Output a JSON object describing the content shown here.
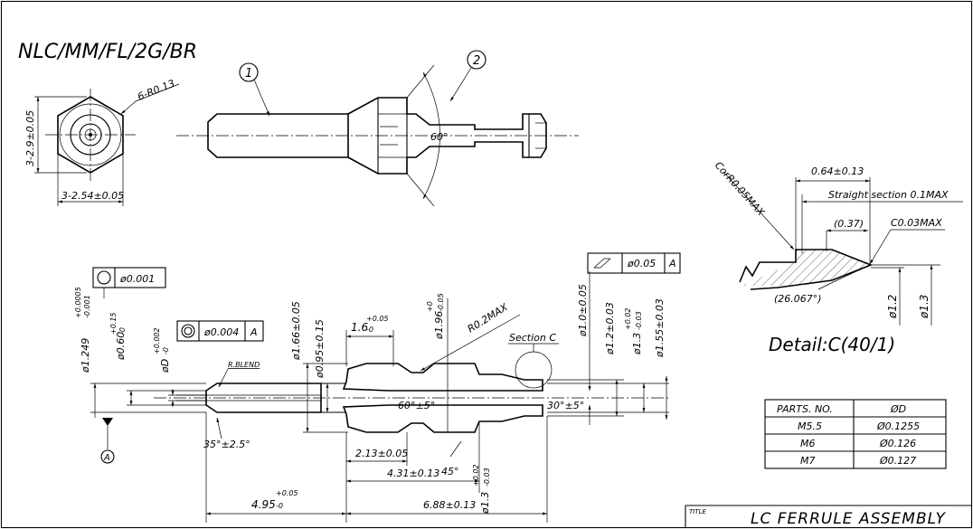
{
  "title": "NLC/MM/FL/2G/BR",
  "balloons": [
    "1",
    "2"
  ],
  "end_view": {
    "width_across_corners": "3-2.9±0.05",
    "width_across_flats": "3-2.54±0.05",
    "corner_radius": "6-R0.13"
  },
  "assembly_view": {
    "angle": "60°"
  },
  "detail": {
    "corner": "CorR0.05MAX",
    "length": "0.64±0.13",
    "straight_section": "Straight section 0.1MAX",
    "ref_length": "(0.37)",
    "chamfer": "C0.03MAX",
    "angle": "(26.067°)",
    "dia_small": "ø1.2",
    "dia_large": "ø1.3",
    "caption": "Detail:C(40/1)"
  },
  "section": {
    "fcf_left": "ø0.001",
    "fcf_mid": "ø0.004",
    "fcf_mid_datum": "A",
    "fcf_right": "ø0.05",
    "fcf_right_datum": "A",
    "datum": "A",
    "blend": "R.BLEND",
    "section_label": "Section C",
    "radius": "R0.2MAX",
    "angle_inner": "60°±5°",
    "angle_tip": "30°±5°",
    "angle_chamfer": "35°±2.5°",
    "angle_45": "45°",
    "dims": {
      "d1249": "ø1.249",
      "d1249_tol_upper": "+0.0005",
      "d1249_tol_lower": "-0.001",
      "d060": "ø0.60",
      "d060_tol_upper": "+0.15",
      "d060_tol_lower": "-0",
      "dD": "øD",
      "dD_tol_upper": "+0.002",
      "dD_tol_lower": "-0",
      "d166": "ø1.66±0.05",
      "d095": "ø0.95±0.15",
      "l16": "1.6",
      "l16_tol_upper": "+0.05",
      "l16_tol_lower": "-0",
      "d196": "ø1.96",
      "d196_tol_upper": "+0",
      "d196_tol_lower": "-0.05",
      "d10": "ø1.0±0.05",
      "d12": "ø1.2±0.03",
      "d13": "ø1.3",
      "d13_tol_upper": "+0.02",
      "d13_tol_lower": "-0.03",
      "d155": "ø1.55±0.03",
      "l213": "2.13±0.05",
      "l431": "4.31±0.13",
      "l495": "4.95",
      "l495_tol_upper": "+0.05",
      "l495_tol_lower": "-0",
      "l688": "6.88±0.13"
    }
  },
  "parts_table": {
    "headers": [
      "PARTS. NO.",
      "ØD"
    ],
    "rows": [
      [
        "M5.5",
        "Ø0.1255"
      ],
      [
        "M6",
        "Ø0.126"
      ],
      [
        "M7",
        "Ø0.127"
      ]
    ]
  },
  "title_block": {
    "label": "TITLE",
    "name": "LC FERRULE ASSEMBLY"
  }
}
